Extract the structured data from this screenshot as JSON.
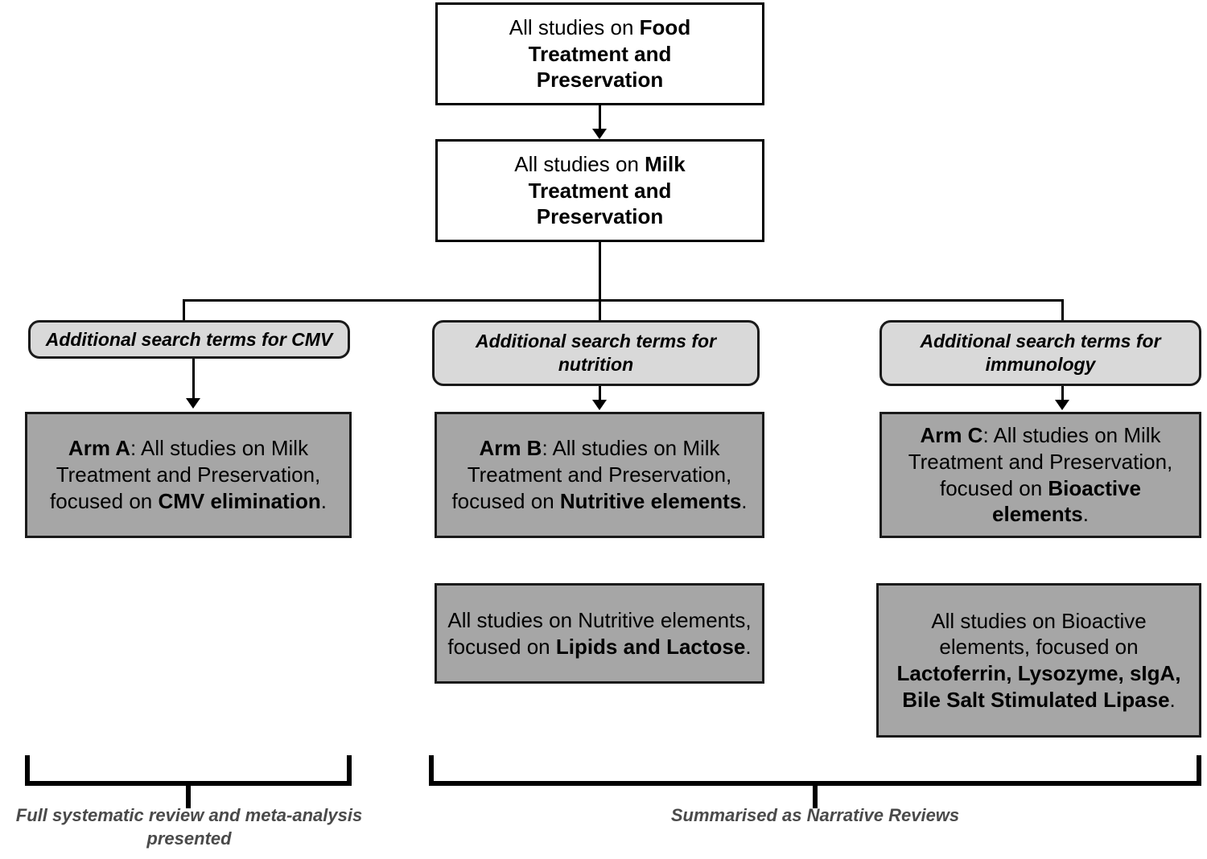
{
  "diagram": {
    "title_top": "All studies on Food Treatment and Preservation",
    "colors": {
      "white_box_fill": "#ffffff",
      "light_box_fill": "#d9d9d9",
      "dark_box_fill": "#a6a6a6",
      "stroke": "#000000",
      "caption_text": "#4a4a4a"
    }
  },
  "nodes": {
    "food": {
      "line1_plain": "All studies on ",
      "line1_bold": "Food",
      "line2_bold": "Treatment and",
      "line3_bold": "Preservation"
    },
    "milk": {
      "line1_plain": "All studies on ",
      "line1_bold": "Milk",
      "line2_bold": "Treatment and",
      "line3_bold": "Preservation"
    },
    "search_terms": [
      {
        "id": "cmv",
        "label": "Additional search terms for CMV"
      },
      {
        "id": "nutrition",
        "label": "Additional search terms for nutrition"
      },
      {
        "id": "immunology",
        "label": "Additional search terms for immunology"
      }
    ],
    "arms": [
      {
        "id": "arm-a",
        "arm_label": "Arm A",
        "body": ": All studies on Milk Treatment and Preservation, focused on ",
        "focus_bold": "CMV elimination",
        "period": "."
      },
      {
        "id": "arm-b",
        "arm_label": "Arm B",
        "body": ": All studies on Milk Treatment and Preservation, focused on ",
        "focus_bold": "Nutritive elements",
        "period": "."
      },
      {
        "id": "arm-c",
        "arm_label": "Arm C",
        "body": ": All studies on Milk Treatment and Preservation, focused on ",
        "focus_bold": "Bioactive elements",
        "period": "."
      }
    ],
    "subnodes": [
      {
        "id": "sub-nutritive",
        "body": "All studies on Nutritive elements, focused on ",
        "focus_bold": "Lipids and Lactose",
        "period": "."
      },
      {
        "id": "sub-bioactive",
        "body": "All studies on Bioactive elements, focused on ",
        "focus_bold": "Lactoferrin, Lysozyme, sIgA, Bile Salt Stimulated Lipase",
        "period": "."
      }
    ]
  },
  "captions": [
    {
      "id": "left-caption",
      "text": "Full systematic review and meta-analysis presented"
    },
    {
      "id": "right-caption",
      "text": "Summarised as Narrative Reviews"
    }
  ]
}
